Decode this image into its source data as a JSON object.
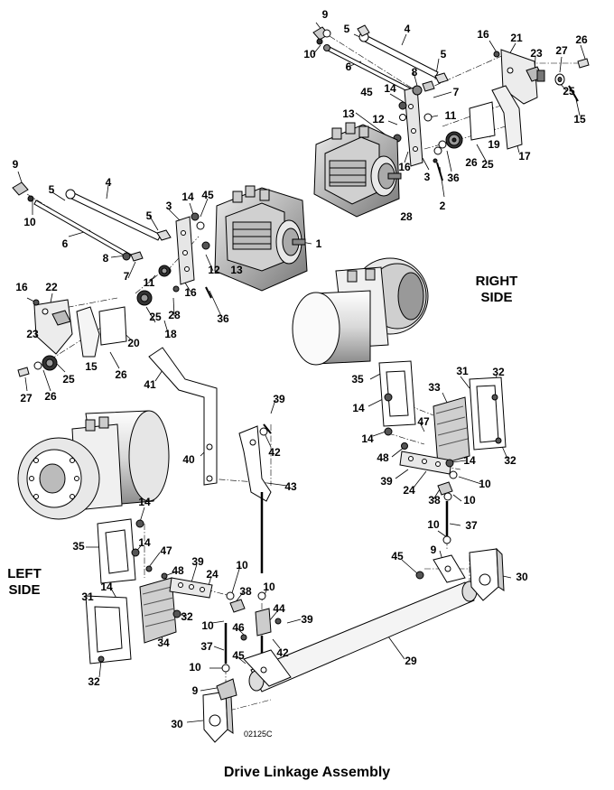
{
  "caption": "Drive Linkage Assembly",
  "drawing_code": "02125C",
  "side_labels": {
    "right_line1": "RIGHT",
    "right_line2": "SIDE",
    "left_line1": "LEFT",
    "left_line2": "SIDE"
  },
  "callouts": [
    "9",
    "10",
    "5",
    "4",
    "5",
    "6",
    "8",
    "7",
    "45",
    "14",
    "11",
    "13",
    "12",
    "16",
    "3",
    "28",
    "36",
    "26",
    "2",
    "16",
    "21",
    "23",
    "27",
    "26",
    "25",
    "15",
    "19",
    "17",
    "25",
    "9",
    "10",
    "5",
    "4",
    "6",
    "5",
    "3",
    "14",
    "45",
    "8",
    "7",
    "1",
    "11",
    "12",
    "13",
    "16",
    "28",
    "36",
    "16",
    "22",
    "23",
    "15",
    "20",
    "25",
    "18",
    "26",
    "25",
    "27",
    "26",
    "41",
    "40",
    "39",
    "42",
    "43",
    "35",
    "14",
    "14",
    "33",
    "31",
    "32",
    "47",
    "48",
    "39",
    "24",
    "14",
    "10",
    "38",
    "10",
    "32",
    "37",
    "10",
    "9",
    "45",
    "30",
    "14",
    "14",
    "35",
    "47",
    "48",
    "39",
    "24",
    "10",
    "38",
    "32",
    "31",
    "14",
    "34",
    "10",
    "10",
    "44",
    "46",
    "39",
    "37",
    "45",
    "42",
    "10",
    "9",
    "29",
    "30",
    "32"
  ],
  "colors": {
    "line": "#000000",
    "fill": "#ffffff",
    "shade": "#b4b4b4",
    "dark": "#555555"
  }
}
